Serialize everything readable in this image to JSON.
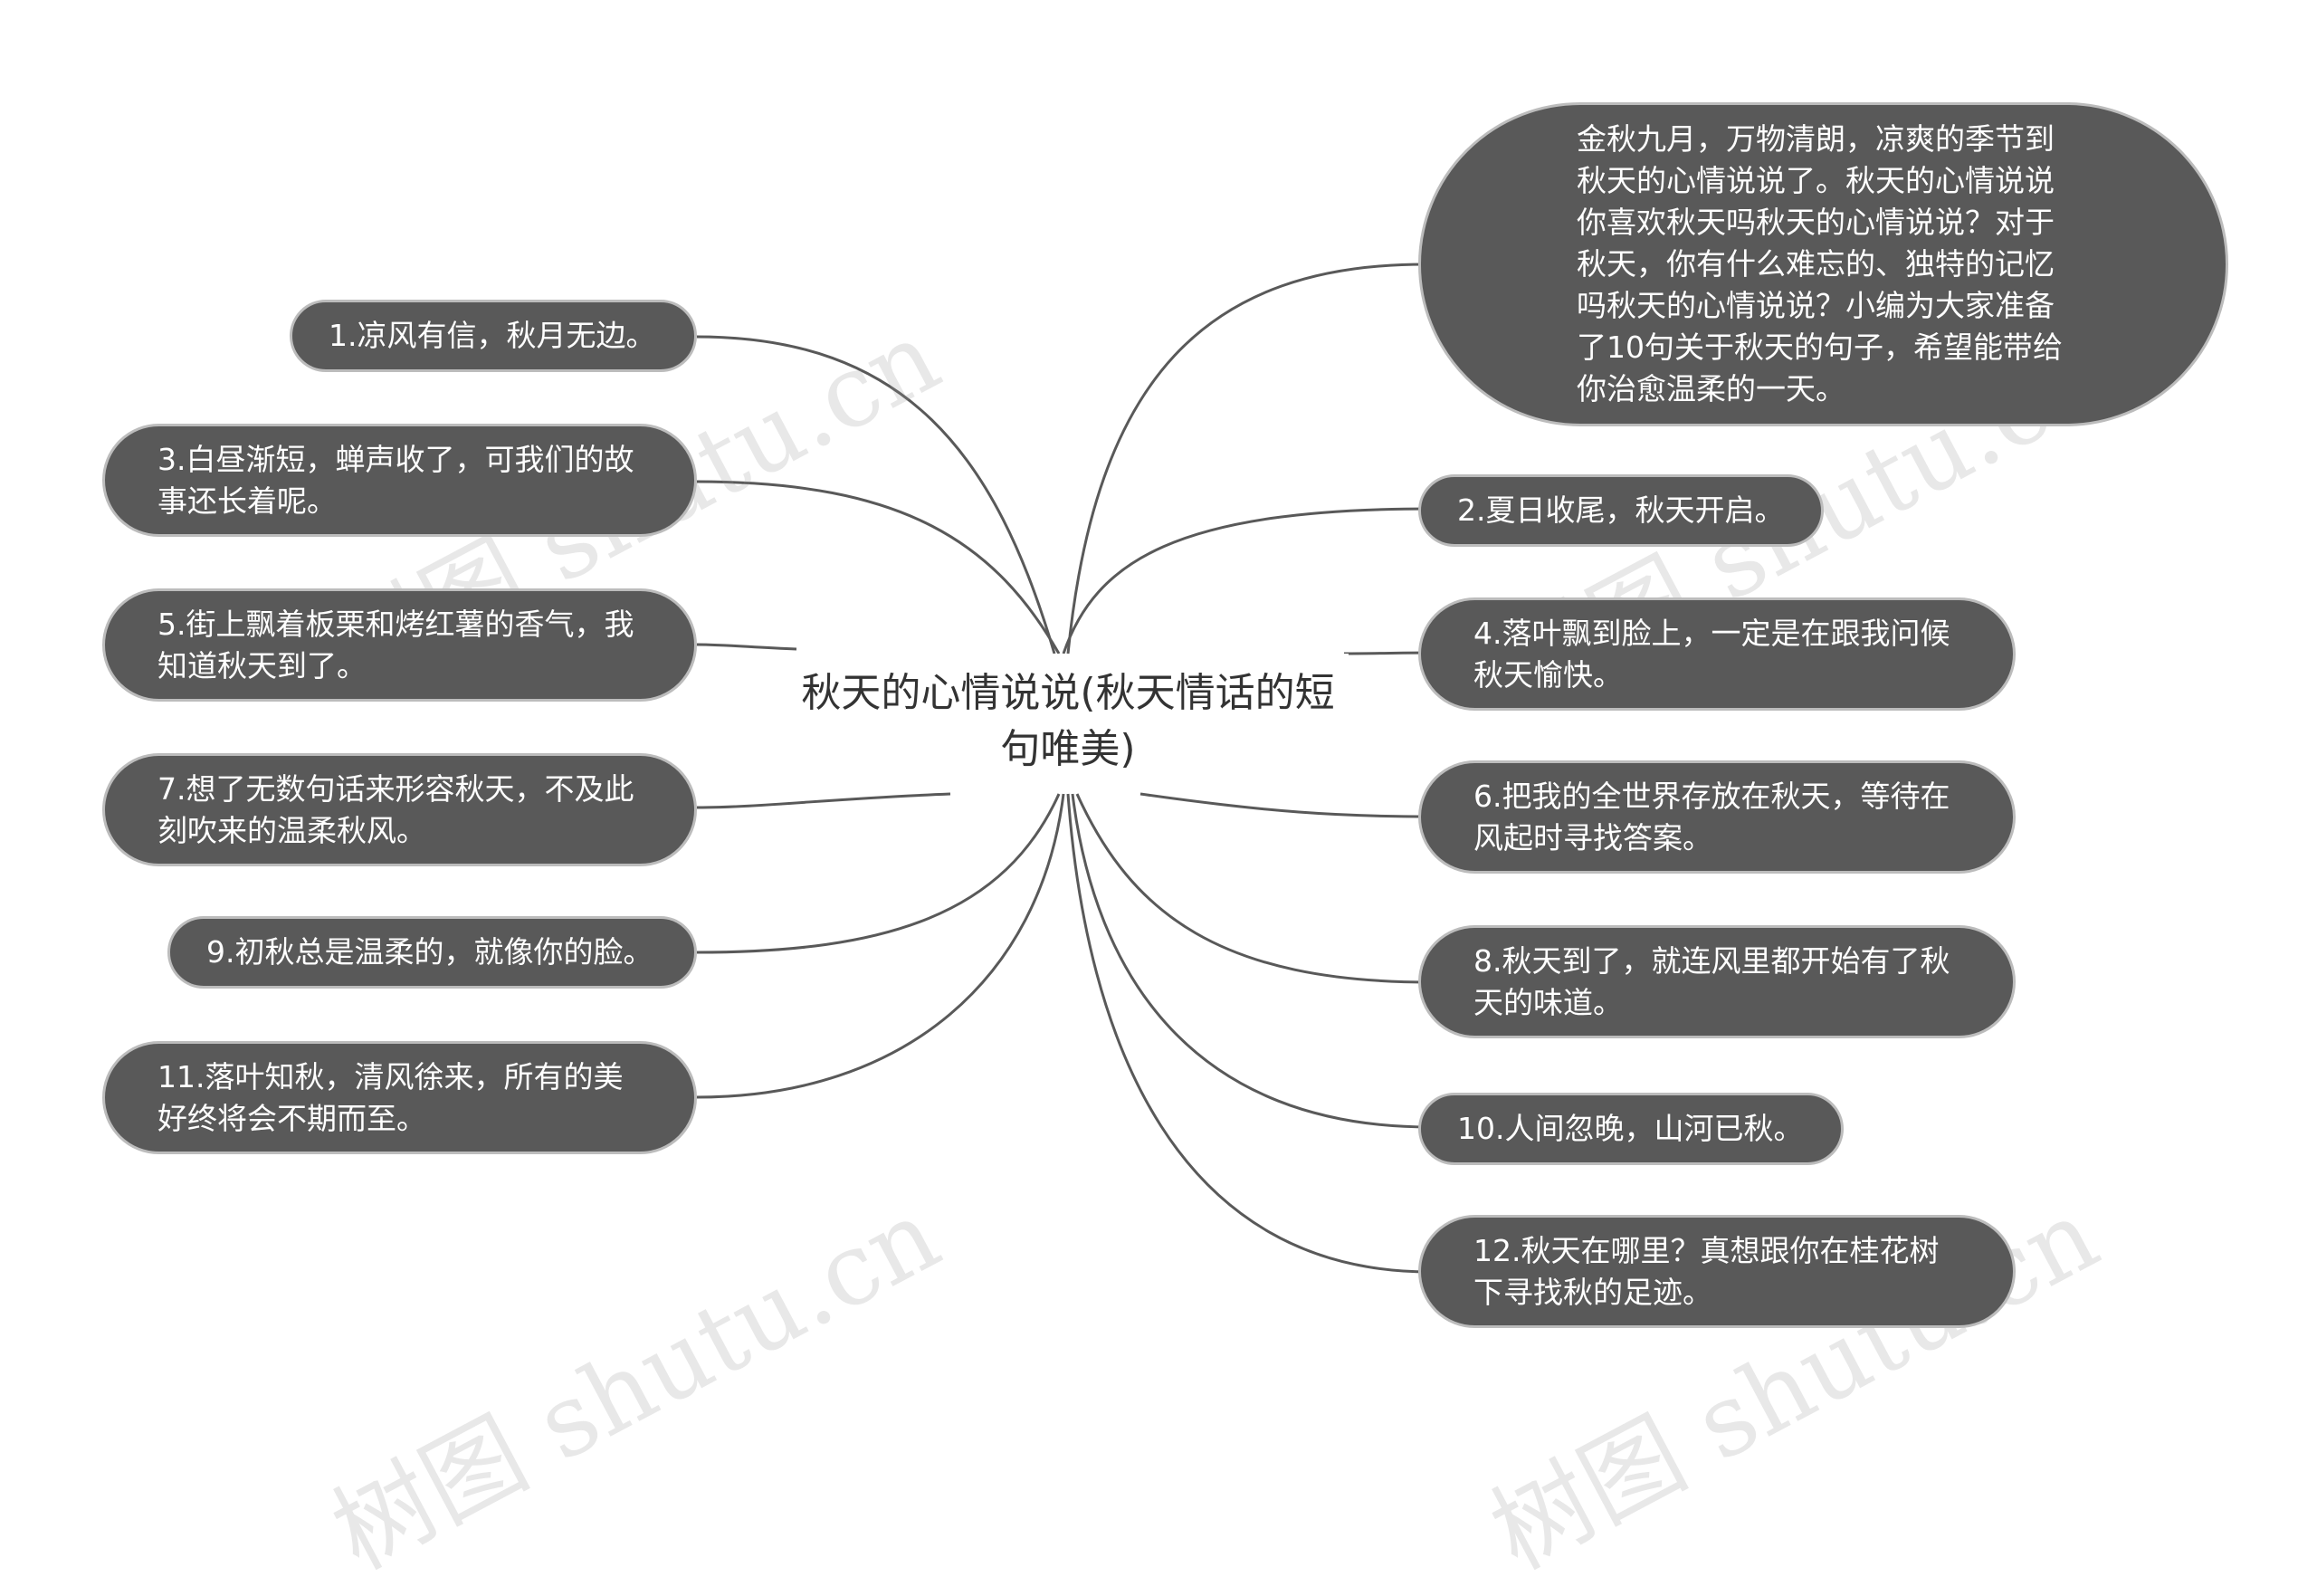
{
  "center_title": "秋天的心情说说(秋天情话的短句唯美)",
  "watermark": "树图 shutu.cn",
  "colors": {
    "node_fill": "#595959",
    "node_border": "#bcbcbc",
    "edge": "#595959",
    "text_light": "#ffffff",
    "text_dark": "#333333"
  },
  "intro": "金秋九月，万物清朗，凉爽的季节到秋天的心情说说了。秋天的心情说说你喜欢秋天吗秋天的心情说说？对于秋天，你有什么难忘的、独特的记忆吗秋天的心情说说？小编为大家准备了10句关于秋天的句子，希望能带给你治愈温柔的一天。",
  "left_items": [
    "1.凉风有信，秋月无边。",
    "3.白昼渐短，蝉声收了，可我们的故事还长着呢。",
    "5.街上飘着板栗和烤红薯的香气，我知道秋天到了。",
    "7.想了无数句话来形容秋天，不及此刻吹来的温柔秋风。",
    "9.初秋总是温柔的，就像你的脸。",
    "11.落叶知秋，清风徐来，所有的美好终将会不期而至。"
  ],
  "right_items": [
    "2.夏日收尾，秋天开启。",
    "4.落叶飘到脸上，一定是在跟我问候秋天愉快。",
    "6.把我的全世界存放在秋天，等待在风起时寻找答案。",
    "8.秋天到了，就连风里都开始有了秋天的味道。",
    "10.人间忽晚，山河已秋。",
    "12.秋天在哪里？真想跟你在桂花树下寻找秋的足迹。"
  ]
}
